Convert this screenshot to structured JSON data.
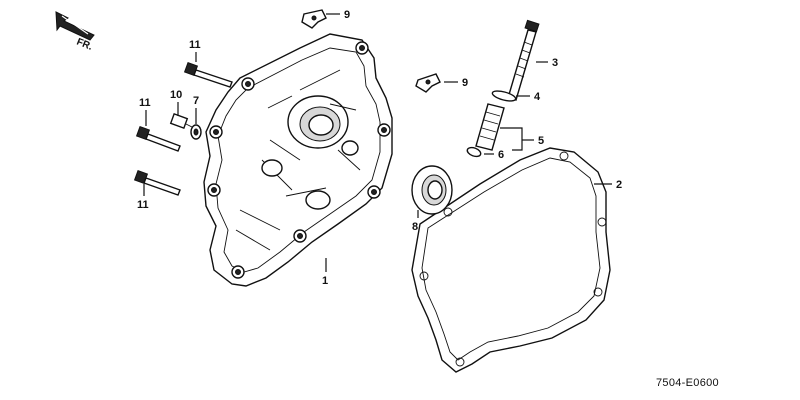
{
  "orientation": {
    "label": "FR."
  },
  "callouts": {
    "c1": "1",
    "c2": "2",
    "c3": "3",
    "c4": "4",
    "c5": "5",
    "c6": "6",
    "c7": "7",
    "c8": "8",
    "c9a": "9",
    "c9b": "9",
    "c10": "10",
    "c11a": "11",
    "c11b": "11",
    "c11c": "11"
  },
  "reference_code": "7504-E0600"
}
